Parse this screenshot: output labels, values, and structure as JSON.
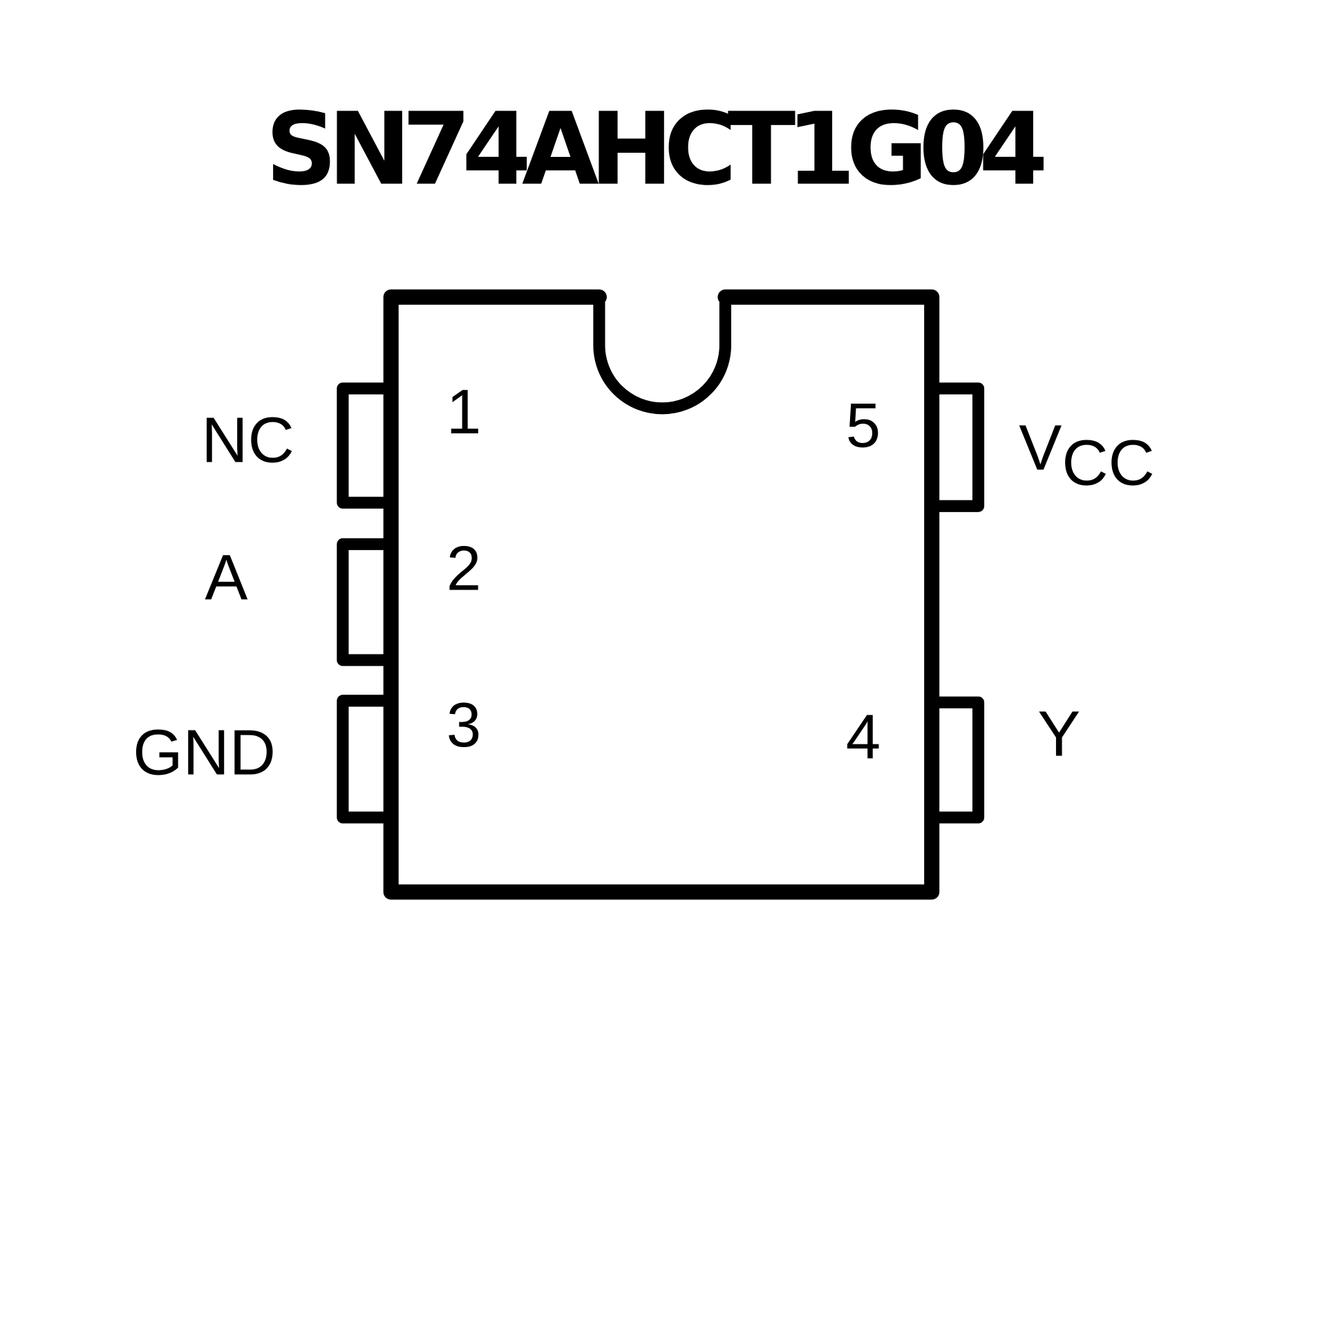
{
  "title": "SN74AHCT1G04",
  "colors": {
    "stroke": "#000000",
    "background": "#ffffff"
  },
  "pins": [
    {
      "number": "1",
      "name": "NC"
    },
    {
      "number": "2",
      "name": "A"
    },
    {
      "number": "3",
      "name": "GND"
    },
    {
      "number": "4",
      "name": "Y"
    },
    {
      "number": "5",
      "name_main": "V",
      "name_sub": "CC"
    }
  ]
}
